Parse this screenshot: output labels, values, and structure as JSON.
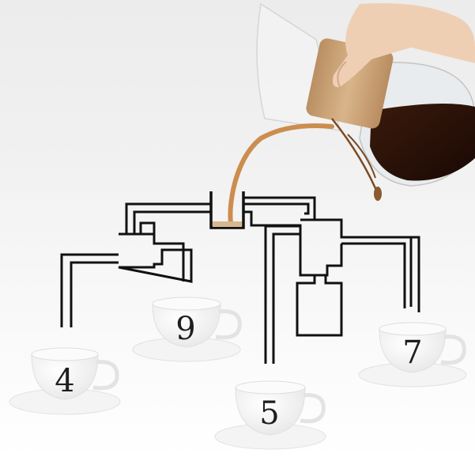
{
  "puzzle": {
    "cups": [
      {
        "id": "cup-4",
        "number": "4"
      },
      {
        "id": "cup-9",
        "number": "9"
      },
      {
        "id": "cup-5",
        "number": "5"
      },
      {
        "id": "cup-7",
        "number": "7"
      }
    ]
  },
  "colors": {
    "pipe": "#111111",
    "coffee": "#5a2c12",
    "stream": "#c8823c",
    "wood": "#c9a27a",
    "cup": "#ffffff"
  }
}
